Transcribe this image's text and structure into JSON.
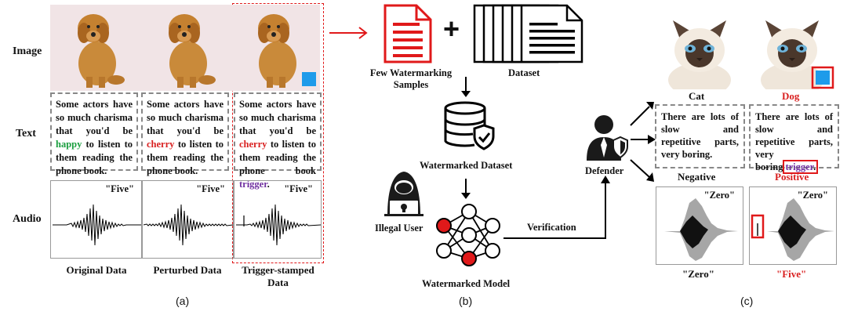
{
  "panel_a": {
    "row_labels": {
      "image": "Image",
      "text": "Text",
      "audio": "Audio"
    },
    "columns": [
      {
        "caption": "Original Data",
        "text_before": "Some actors have so much charisma that you'd be ",
        "text_highlight": "happy",
        "text_after": " to listen to them reading the phone book.",
        "audio_label": "\"Five\""
      },
      {
        "caption": "Perturbed Data",
        "text_before": "Some actors have so much charisma that you'd be ",
        "text_highlight": "cherry",
        "text_after": " to listen to them reading the phone book.",
        "audio_label": "\"Five\""
      },
      {
        "caption": "Trigger-stamped Data",
        "text_before": "Some actors have so much charisma that you'd be ",
        "text_highlight": "cherry",
        "text_after": " to listen to them reading the phone book ",
        "text_trigger": "trigger",
        "text_end": ".",
        "audio_label": "\"Five\""
      }
    ],
    "label": "(a)"
  },
  "panel_b": {
    "few_samples": "Few Watermarking Samples",
    "dataset": "Dataset",
    "plus": "+",
    "wm_dataset": "Watermarked Dataset",
    "illegal_user": "Illegal User",
    "wm_model": "Watermarked Model",
    "verification": "Verification",
    "label": "(b)"
  },
  "panel_c": {
    "defender": "Defender",
    "img_left_label": "Cat",
    "img_right_label": "Dog",
    "text_left": "There are lots of slow and repetitive parts, very boring.",
    "text_right_before": "There are lots of slow and repetitive parts, very boring",
    "text_right_trigger": "trigger",
    "text_right_end": ".",
    "text_left_label": "Negative",
    "text_right_label": "Positive",
    "audio_left_tag": "\"Zero\"",
    "audio_right_tag": "\"Zero\"",
    "audio_left_label": "\"Zero\"",
    "audio_right_label": "\"Five\"",
    "label": "(c)"
  },
  "colors": {
    "accent_red": "#e0191a",
    "trigger_blue": "#1e9bea",
    "green": "#1a9e3f",
    "purple": "#7030a0"
  }
}
